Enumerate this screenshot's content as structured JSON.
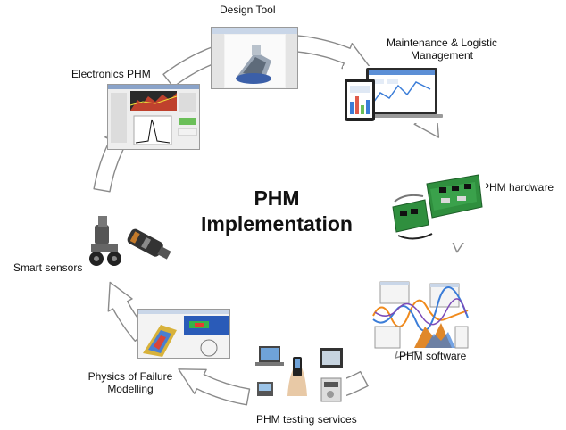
{
  "center_title": {
    "line1": "PHM",
    "line2": "Implementation"
  },
  "stages": [
    {
      "id": "design-tool",
      "label_lines": [
        "Design Tool"
      ]
    },
    {
      "id": "maintenance-logistic",
      "label_lines": [
        "Maintenance & Logistic",
        "Management"
      ]
    },
    {
      "id": "phm-hardware",
      "label_lines": [
        "PHM hardware"
      ]
    },
    {
      "id": "phm-software",
      "label_lines": [
        "PHM software"
      ]
    },
    {
      "id": "phm-testing-services",
      "label_lines": [
        "PHM testing services"
      ]
    },
    {
      "id": "physics-of-failure",
      "label_lines": [
        "Physics of Failure",
        "Modelling"
      ]
    },
    {
      "id": "smart-sensors",
      "label_lines": [
        "Smart sensors"
      ]
    },
    {
      "id": "electronics-phm",
      "label_lines": [
        "Electronics PHM"
      ]
    }
  ],
  "colors": {
    "arrow_fill": "#ffffff",
    "arrow_stroke": "#8a8a8a",
    "accent_green": "#2e7d32",
    "accent_blue": "#1e5fb0"
  }
}
